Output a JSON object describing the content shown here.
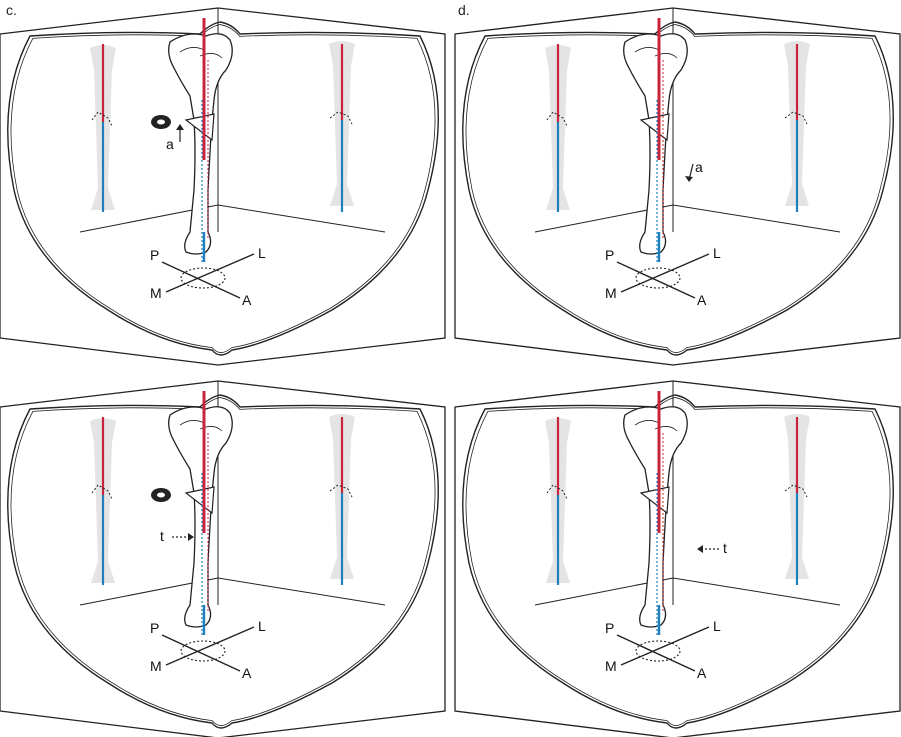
{
  "panel_labels": {
    "c": "c.",
    "d": "d."
  },
  "panels": [
    {
      "id": "c-top",
      "axes": [
        "P",
        "L",
        "M",
        "A"
      ],
      "marker": "a"
    },
    {
      "id": "d-top",
      "axes": [
        "P",
        "L",
        "M",
        "A"
      ],
      "marker": "a"
    },
    {
      "id": "c-bottom",
      "axes": [
        "P",
        "L",
        "M",
        "A"
      ],
      "marker": "t"
    },
    {
      "id": "d-bottom",
      "axes": [
        "P",
        "L",
        "M",
        "A"
      ],
      "marker": "t"
    }
  ],
  "colors": {
    "outline": "#222222",
    "red_axis": "#c8243c",
    "blue_axis": "#1f7fbf",
    "shadow_bone": "#e4e4e4",
    "bone_fill": "#ffffff"
  }
}
